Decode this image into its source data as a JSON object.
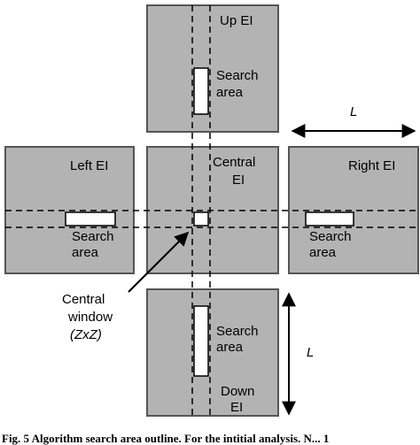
{
  "diagram": {
    "panels": {
      "up": {
        "label": "Up EI"
      },
      "left": {
        "label": "Left EI"
      },
      "central": {
        "label_line1": "Central",
        "label_line2": "EI"
      },
      "right": {
        "label": "Right EI"
      },
      "down": {
        "label_line1": "Down",
        "label_line2": "EI"
      }
    },
    "search_area": {
      "line1": "Search",
      "line2": "area"
    },
    "central_window": {
      "line1": "Central",
      "line2": "window",
      "size": "(ZxZ)"
    },
    "dimension_label": "L"
  },
  "caption": "Fig. 5  Algorithm search area outline. For the intitial analysis. N... 1"
}
